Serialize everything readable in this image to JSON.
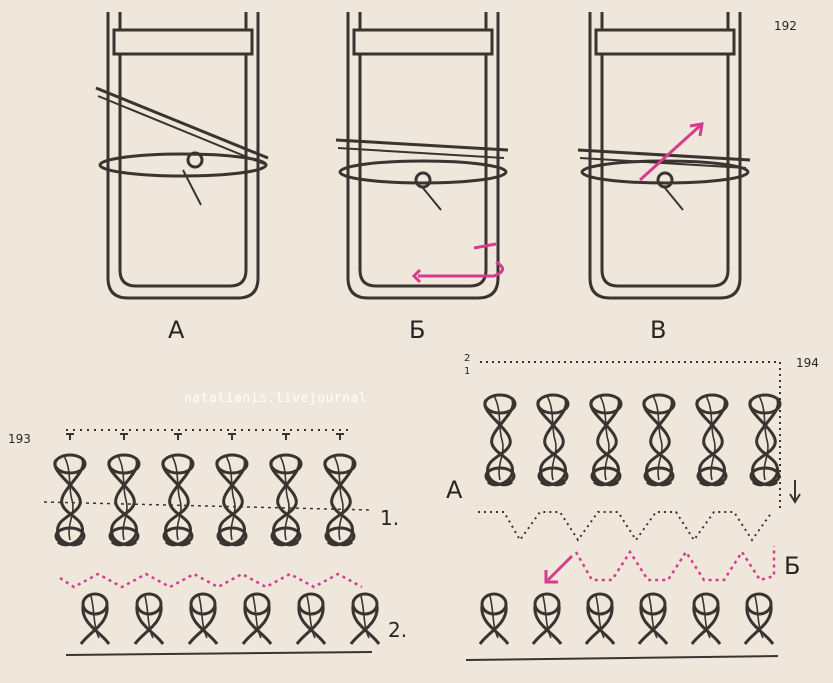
{
  "figure192": {
    "number": "192",
    "panels": [
      {
        "letter": "А"
      },
      {
        "letter": "Б"
      },
      {
        "letter": "В"
      }
    ]
  },
  "figure193": {
    "number": "193",
    "row_labels": [
      "1.",
      "2."
    ]
  },
  "figure194": {
    "number": "194",
    "row_labels": [
      "А",
      "Б"
    ],
    "edge_marks": [
      "2",
      "1"
    ]
  },
  "watermark": "natalianis.livejournal",
  "colors": {
    "paper": "#efe6dc",
    "ink": "#3a3330",
    "accent": "#d63b8e"
  }
}
